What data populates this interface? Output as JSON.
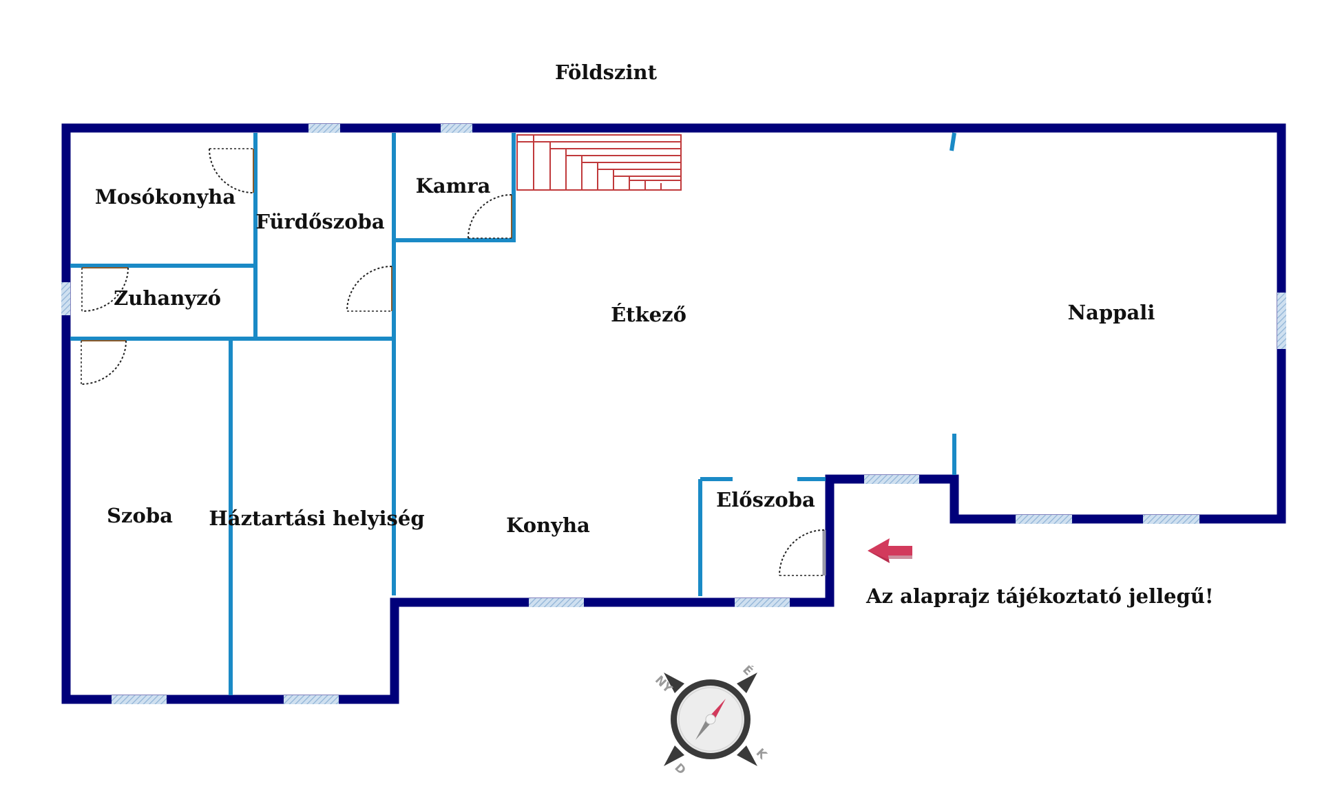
{
  "title": "Földszint",
  "note": "Az alaprajz tájékoztató jellegű!",
  "rooms": {
    "mosokonyha": "Mosókonyha",
    "furdoszoba": "Fürdőszoba",
    "kamra": "Kamra",
    "zuhanyzo": "Zuhanyzó",
    "etkezo": "Étkező",
    "nappali": "Nappali",
    "szoba": "Szoba",
    "haztartasi": "Háztartási helyiség",
    "konyha": "Konyha",
    "eloszoba": "Előszoba"
  },
  "compass": {
    "north": "É",
    "south": "D",
    "east": "K",
    "west": "NY"
  },
  "colors": {
    "outer_wall": "#00007a",
    "inner_wall": "#1a8ac6",
    "window": "#a9c8e6",
    "stairs": "#c0393b",
    "arrow": "#d23a5c",
    "door": "#222222"
  }
}
